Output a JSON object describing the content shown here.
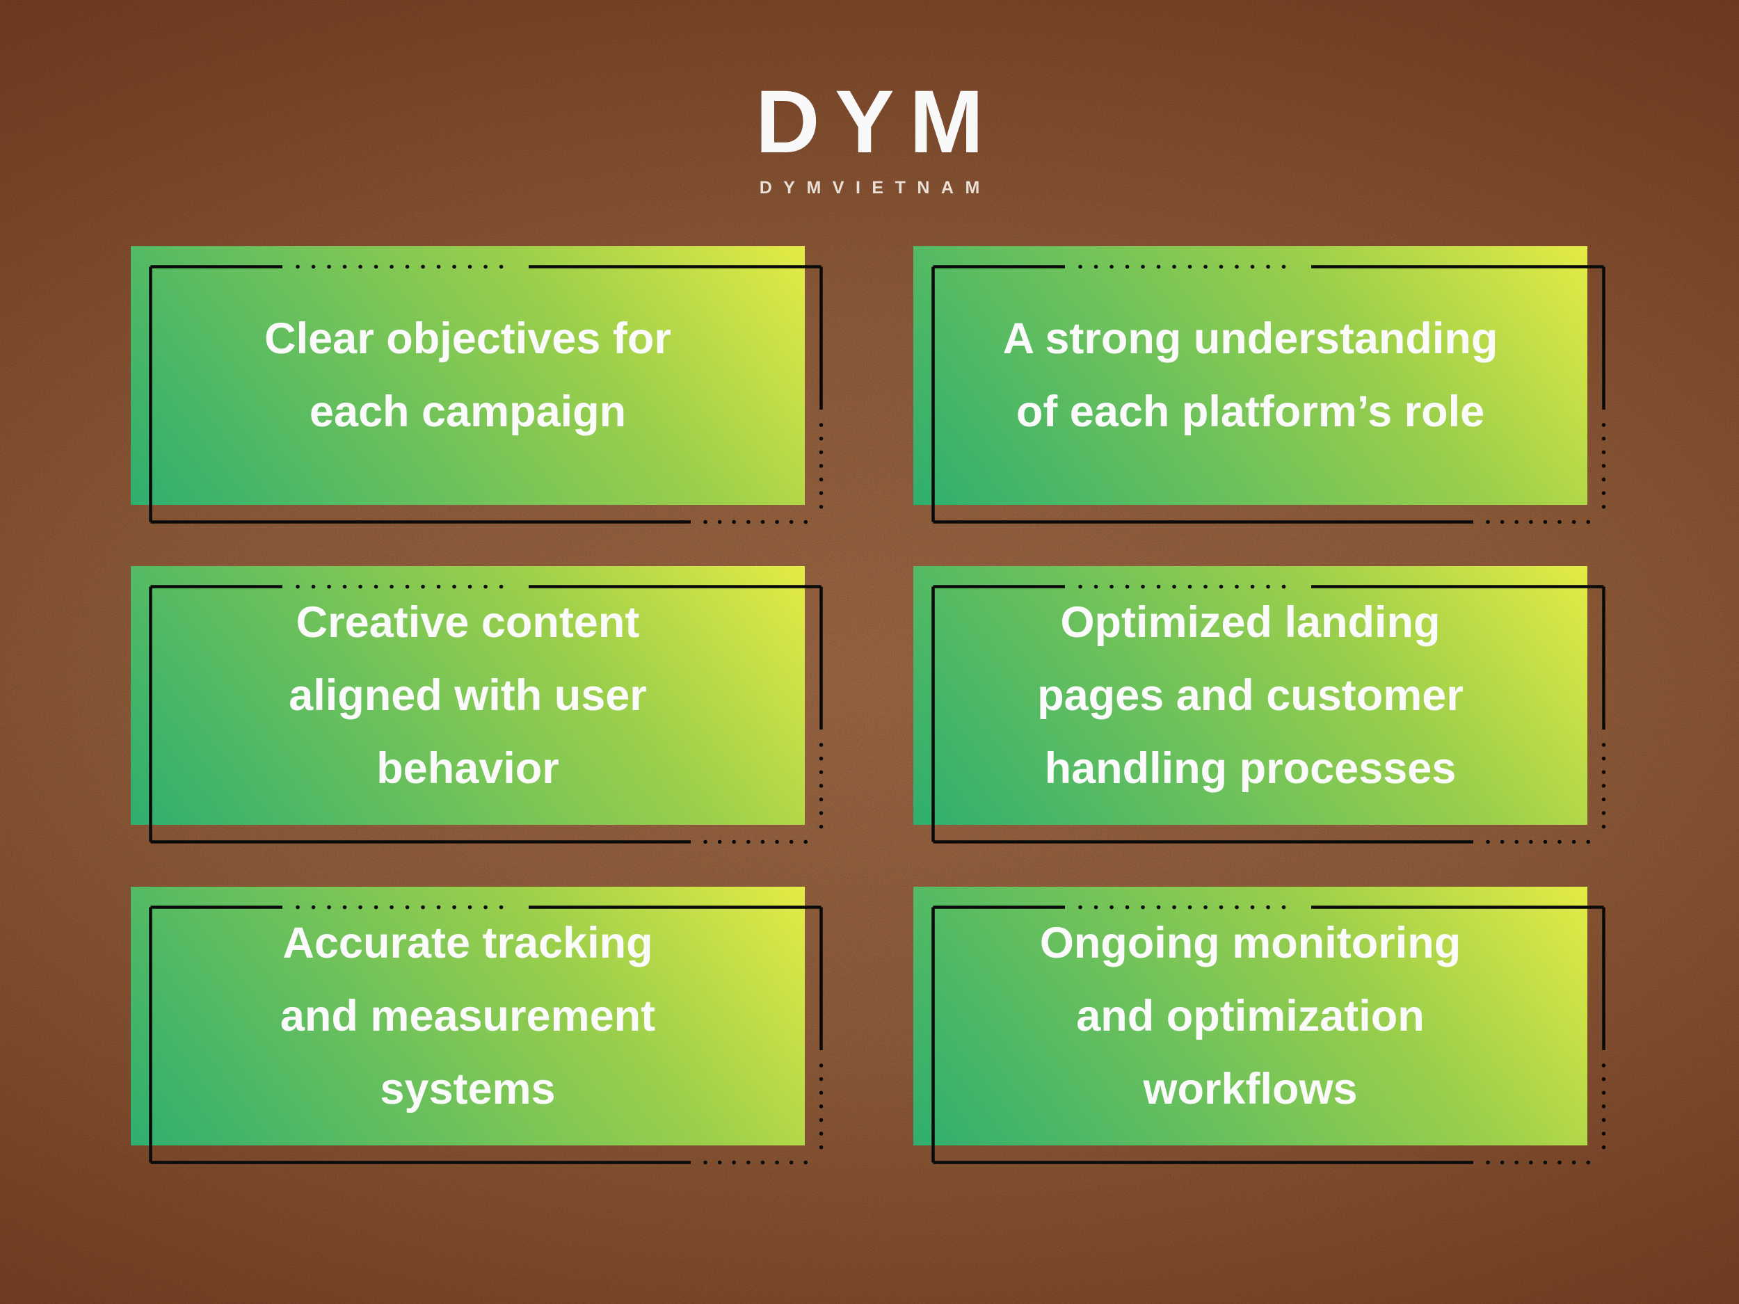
{
  "logo": {
    "title": "DYM",
    "subtitle": "DYMVIETNAM"
  },
  "cards": [
    {
      "text": "Clear objectives for each campaign",
      "lines": [
        "Clear objectives for",
        "each campaign"
      ]
    },
    {
      "text": "A strong understanding of each platform’s role",
      "lines": [
        "A strong understanding",
        "of each platform’s role"
      ]
    },
    {
      "text": "Creative content aligned with user behavior",
      "lines": [
        "Creative content",
        "aligned with user",
        "behavior"
      ]
    },
    {
      "text": "Optimized landing pages and customer handling processes",
      "lines": [
        "Optimized landing",
        "pages and customer",
        "handling processes"
      ]
    },
    {
      "text": "Accurate tracking and measurement systems",
      "lines": [
        "Accurate tracking",
        "and measurement",
        "systems"
      ]
    },
    {
      "text": "Ongoing monitoring and optimization workflows",
      "lines": [
        "Ongoing monitoring",
        "and optimization",
        "workflows"
      ]
    }
  ],
  "colors": {
    "background_center": "#9d6845",
    "background_edge": "#5c2410",
    "card_gradient_start": "#2fb271",
    "card_gradient_end": "#e9f046",
    "frame_color": "#0a0a0a",
    "text_color": "#ffffff"
  }
}
